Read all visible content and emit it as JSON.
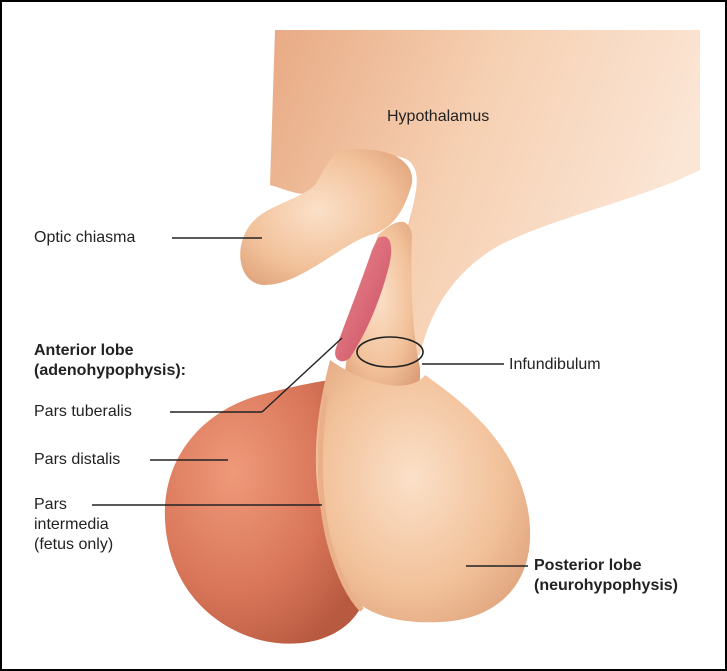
{
  "labels": {
    "hypothalamus": "Hypothalamus",
    "optic_chiasma": "Optic chiasma",
    "anterior_lobe_line1": "Anterior lobe",
    "anterior_lobe_line2": "(adenohypophysis):",
    "pars_tuberalis": "Pars tuberalis",
    "pars_distalis": "Pars distalis",
    "pars_intermedia_line1": "Pars",
    "pars_intermedia_line2": "intermedia",
    "pars_intermedia_line3": "(fetus only)",
    "infundibulum": "Infundibulum",
    "posterior_lobe_line1": "Posterior lobe",
    "posterior_lobe_line2": "(neurohypophysis)"
  },
  "colors": {
    "neural_tissue": "#f2c29b",
    "neural_shadow": "#e3a07a",
    "anterior_lobe": "#d9765a",
    "anterior_lobe_dark": "#b85a40",
    "pars_tuberalis": "#d8606e",
    "leader_line": "#222222"
  }
}
